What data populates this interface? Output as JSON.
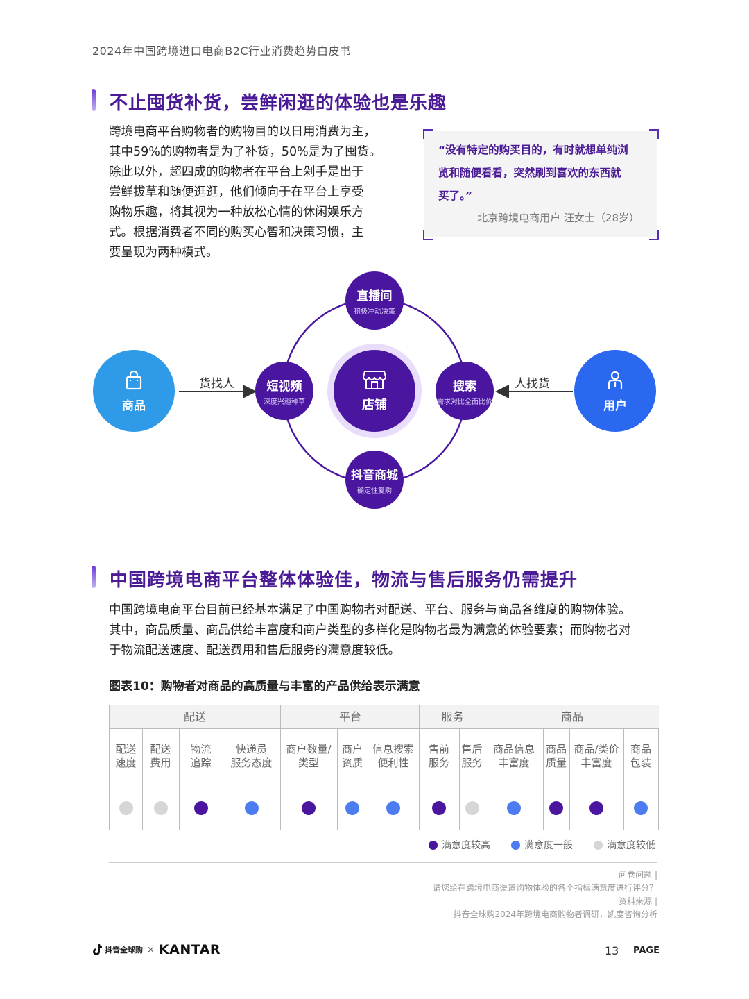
{
  "header": {
    "title": "2024年中国跨境进口电商B2C行业消费趋势白皮书"
  },
  "section1": {
    "title": "不止囤货补货，尝鲜闲逛的体验也是乐趣",
    "paragraph_lines": [
      "跨境电商平台购物者的购物目的以日用消费为主，",
      "其中59%的购物者是为了补货，50%是为了囤货。",
      "除此以外，超四成的购物者在平台上剁手是出于",
      "尝鲜拔草和随便逛逛，他们倾向于在平台上享受",
      "购物乐趣，将其视为一种放松心情的休闲娱乐方",
      "式。根据消费者不同的购买心智和决策习惯，主",
      "要呈现为两种模式。"
    ],
    "quote_lines": [
      "“没有特定的购买目的，有时就想单纯浏",
      "览和随便看看，突然刷到喜欢的东西就",
      "买了。”"
    ],
    "quote_source": "北京跨境电商用户 汪女士（28岁）"
  },
  "diagram": {
    "left_node": "商品",
    "right_node": "用户",
    "left_arrow_label": "货找人",
    "right_arrow_label": "人找货",
    "center": "店铺",
    "top": {
      "title": "直播间",
      "sub": "积极冲动决策"
    },
    "left": {
      "title": "短视频",
      "sub": "深度兴趣种草"
    },
    "right": {
      "title": "搜索",
      "sub": "需求对比全面比价"
    },
    "bottom": {
      "title": "抖音商城",
      "sub": "确定性复购"
    }
  },
  "section2": {
    "title": "中国跨境电商平台整体体验佳，物流与售后服务仍需提升",
    "paragraph_lines": [
      "中国跨境电商平台目前已经基本满足了中国购物者对配送、平台、服务与商品各维度的购物体验。",
      "其中，商品质量、商品供给丰富度和商户类型的多样化是购物者最为满意的体验要素；而购物者对",
      "于物流配送速度、配送费用和售后服务的满意度较低。"
    ]
  },
  "figure": {
    "caption": "图表10：购物者对商品的高质量与丰富的产品供给表示满意",
    "groups": [
      "配送",
      "平台",
      "服务",
      "商品"
    ],
    "columns": [
      {
        "label": [
          "配送",
          "速度"
        ],
        "level": "low"
      },
      {
        "label": [
          "配送",
          "费用"
        ],
        "level": "low"
      },
      {
        "label": [
          "物流",
          "追踪"
        ],
        "level": "high"
      },
      {
        "label": [
          "快递员",
          "服务态度"
        ],
        "level": "medium"
      },
      {
        "label": [
          "商户数量/",
          "类型"
        ],
        "level": "high"
      },
      {
        "label": [
          "商户",
          "资质"
        ],
        "level": "medium"
      },
      {
        "label": [
          "信息搜索",
          "便利性"
        ],
        "level": "medium"
      },
      {
        "label": [
          "售前",
          "服务"
        ],
        "level": "high"
      },
      {
        "label": [
          "售后",
          "服务"
        ],
        "level": "low"
      },
      {
        "label": [
          "商品信息",
          "丰富度"
        ],
        "level": "medium"
      },
      {
        "label": [
          "商品",
          "质量"
        ],
        "level": "high"
      },
      {
        "label": [
          "商品/类价",
          "丰富度"
        ],
        "level": "high"
      },
      {
        "label": [
          "商品",
          "包装"
        ],
        "level": "medium"
      }
    ],
    "legend": {
      "high": "满意度较高",
      "medium": "满意度一般",
      "low": "满意度较低"
    },
    "colors": {
      "high": "#4a16a0",
      "medium": "#4d7cf0",
      "low": "#d6d6d6"
    },
    "notes": [
      "问卷问题 |",
      "请您给在跨境电商渠道购物体验的各个指标满意度进行评分？",
      "资料来源 |",
      "抖音全球购2024年跨境电商购物者调研，凯度咨询分析"
    ]
  },
  "footer": {
    "brand_left": "抖音全球购",
    "times": "×",
    "brand_right": "KANTAR",
    "page_number": "13",
    "page_label": "PAGE"
  }
}
